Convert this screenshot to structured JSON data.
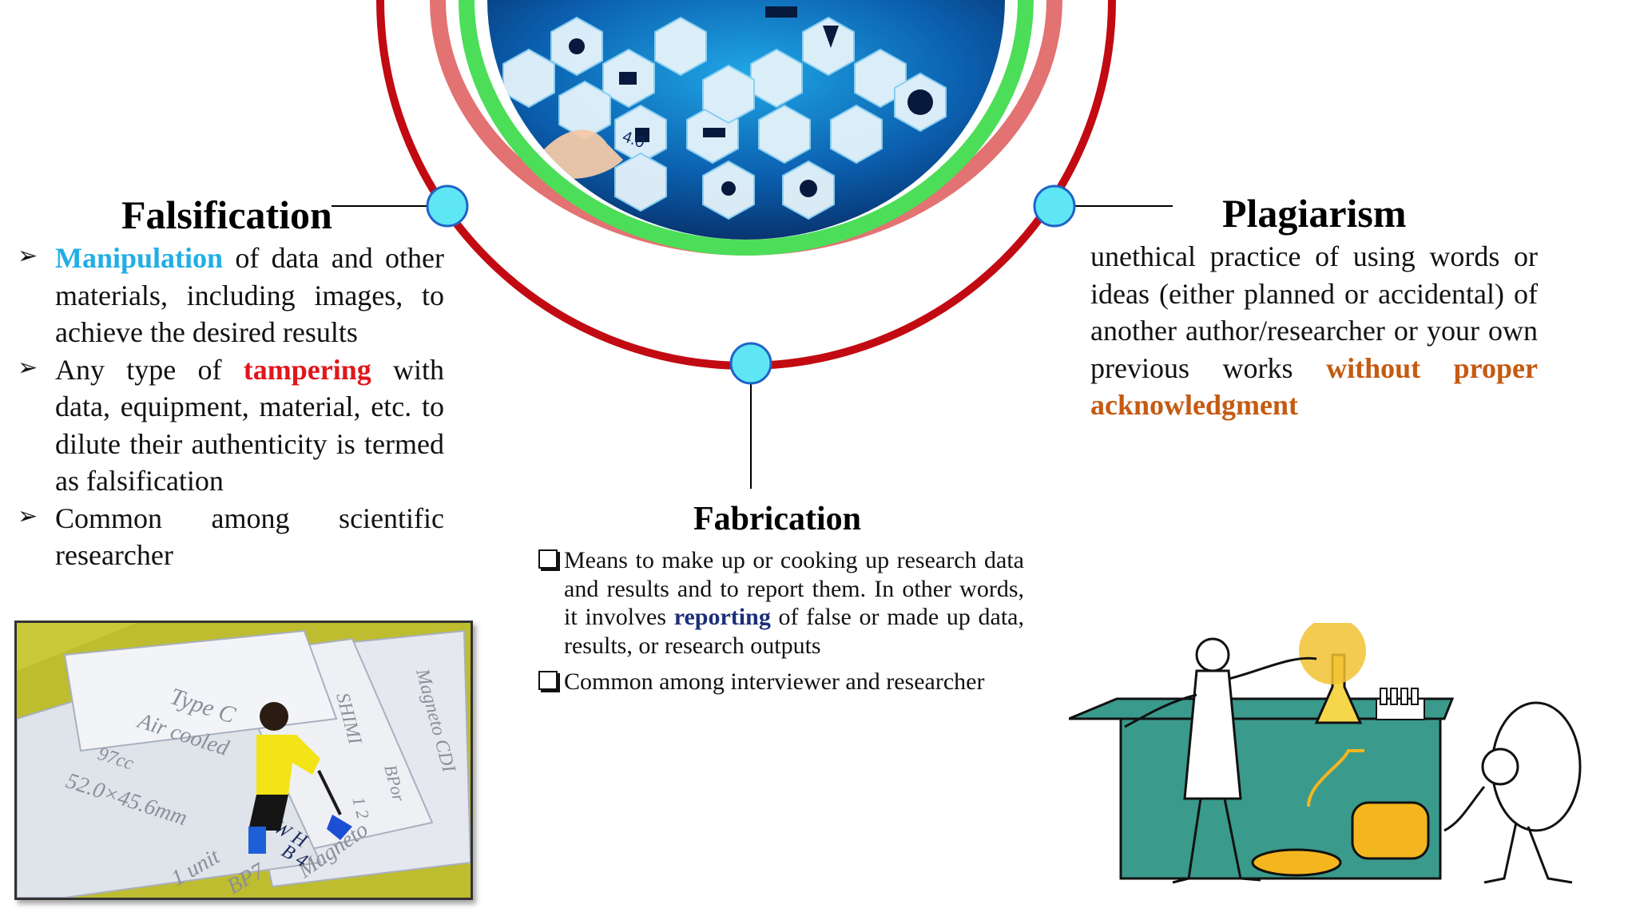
{
  "falsification": {
    "title": "Falsification",
    "bullets": [
      {
        "icon": "arrow-bullet",
        "parts": [
          {
            "text": "Manipulation",
            "style": "cyan"
          },
          {
            "text": " of data and other materials, including images, to achieve the desired results",
            "style": "plain"
          }
        ]
      },
      {
        "icon": "arrow-bullet",
        "parts": [
          {
            "text": "Any type of ",
            "style": "plain"
          },
          {
            "text": "tampering",
            "style": "red"
          },
          {
            "text": " with data, equipment, material, etc. to dilute their authenticity is termed as falsification",
            "style": "plain"
          }
        ]
      },
      {
        "icon": "arrow-bullet",
        "parts": [
          {
            "text": "Common among scientific researcher",
            "style": "plain"
          }
        ]
      }
    ],
    "illustration": {
      "icon": "person-erasing-document-illustration",
      "texts": [
        "Type C",
        "Air cooled",
        "97cc",
        "52.0×45.6mm",
        "1 unit",
        "BP7",
        "Magneto",
        "SHIMI",
        "Magneto CDI",
        "BPor",
        "1 2",
        "W H",
        "B 4"
      ]
    }
  },
  "plagiarism": {
    "title": "Plagiarism",
    "body_plain": "unethical practice of using words or ideas (either planned or accidental) of another author/researcher or your own previous works ",
    "body_highlight": "without proper acknowledgment",
    "illustration": {
      "icon": "scientist-and-copier-cartoon-illustration"
    }
  },
  "fabrication": {
    "title": "Fabrication",
    "bullets": [
      {
        "icon": "checkbox-bullet",
        "parts": [
          {
            "text": "Means to make up or cooking up research data and results and to report them. In other words, it involves ",
            "style": "plain"
          },
          {
            "text": "reporting",
            "style": "navy"
          },
          {
            "text": " of false or made up data, results, or research outputs",
            "style": "plain"
          }
        ]
      },
      {
        "icon": "checkbox-bullet",
        "parts": [
          {
            "text": "Common among interviewer and researcher",
            "style": "plain"
          }
        ]
      }
    ]
  },
  "center_graphic": {
    "icon": "hexagon-technology-globe",
    "hex_text": "4.0"
  },
  "colors": {
    "outer_ring": "#c20a12",
    "middle_ring": "#e37272",
    "inner_ring": "#4cde58",
    "node_fill": "#5ee6f5",
    "cyan_highlight": "#20aee6",
    "red_highlight": "#e0161b",
    "orange_highlight": "#c55a11",
    "navy_highlight": "#1d2f7a"
  }
}
